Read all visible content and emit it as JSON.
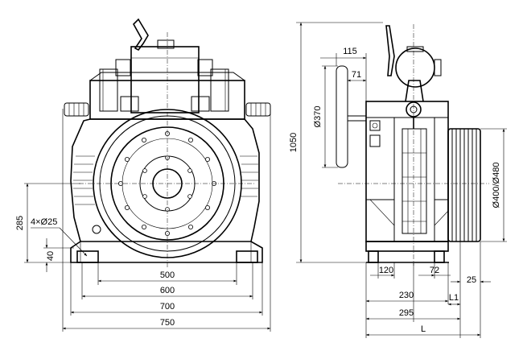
{
  "front_view": {
    "dims": {
      "w500": "500",
      "w600": "600",
      "w700": "700",
      "w750": "750",
      "h285": "285",
      "h40": "40",
      "holes": "4×Ø25"
    }
  },
  "side_view": {
    "dims": {
      "d115": "115",
      "d71": "71",
      "d370": "Ø370",
      "h1050": "1050",
      "d400_480": "Ø400/Ø480",
      "d120": "120",
      "d72": "72",
      "d25": "25",
      "d230": "230",
      "dL1": "L1",
      "d295": "295",
      "dL": "L"
    }
  }
}
